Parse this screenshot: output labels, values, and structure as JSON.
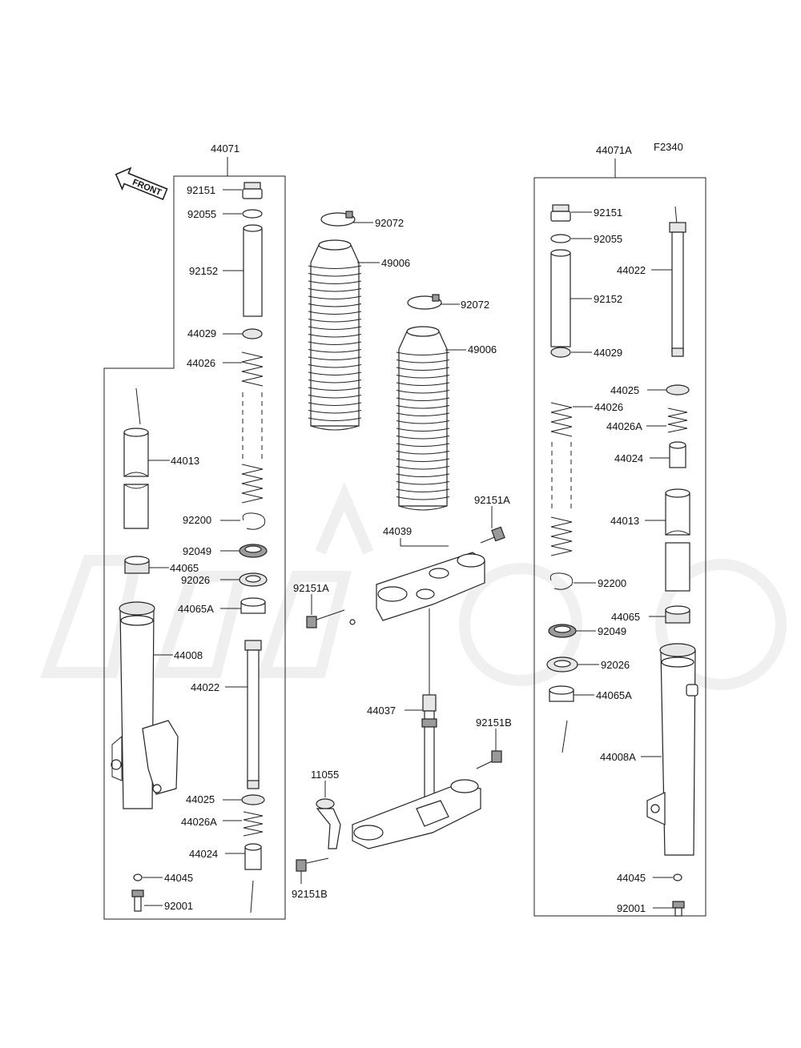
{
  "diagram": {
    "figure_code": "F2340",
    "assembly_left": "44071",
    "assembly_right": "44071A",
    "front_marker": "FRONT",
    "watermark_icon": "motorcycle-watermark-icon",
    "labels_left": {
      "p92151": "92151",
      "p92055": "92055",
      "p92152": "92152",
      "p44029": "44029",
      "p44026": "44026",
      "p44013": "44013",
      "p92200": "92200",
      "p92049": "92049",
      "p44065": "44065",
      "p92026": "92026",
      "p44065A": "44065A",
      "p44008": "44008",
      "p44022": "44022",
      "p44025": "44025",
      "p44026A": "44026A",
      "p44024": "44024",
      "p44045": "44045",
      "p92001": "92001"
    },
    "labels_center": {
      "p92072a": "92072",
      "p49006a": "49006",
      "p92072b": "92072",
      "p49006b": "49006",
      "p92151Aa": "92151A",
      "p44039": "44039",
      "p92151Ab": "92151A",
      "p44037": "44037",
      "p92151Ba": "92151B",
      "p11055": "11055",
      "p92151Bb": "92151B"
    },
    "labels_right": {
      "p92151": "92151",
      "p92055": "92055",
      "p44022": "44022",
      "p92152": "92152",
      "p44029": "44029",
      "p44025": "44025",
      "p44026": "44026",
      "p44026A": "44026A",
      "p44024": "44024",
      "p44013": "44013",
      "p92200": "92200",
      "p44065": "44065",
      "p92049": "92049",
      "p92026": "92026",
      "p44065A": "44065A",
      "p44008A": "44008A",
      "p44045": "44045",
      "p92001": "92001"
    }
  }
}
